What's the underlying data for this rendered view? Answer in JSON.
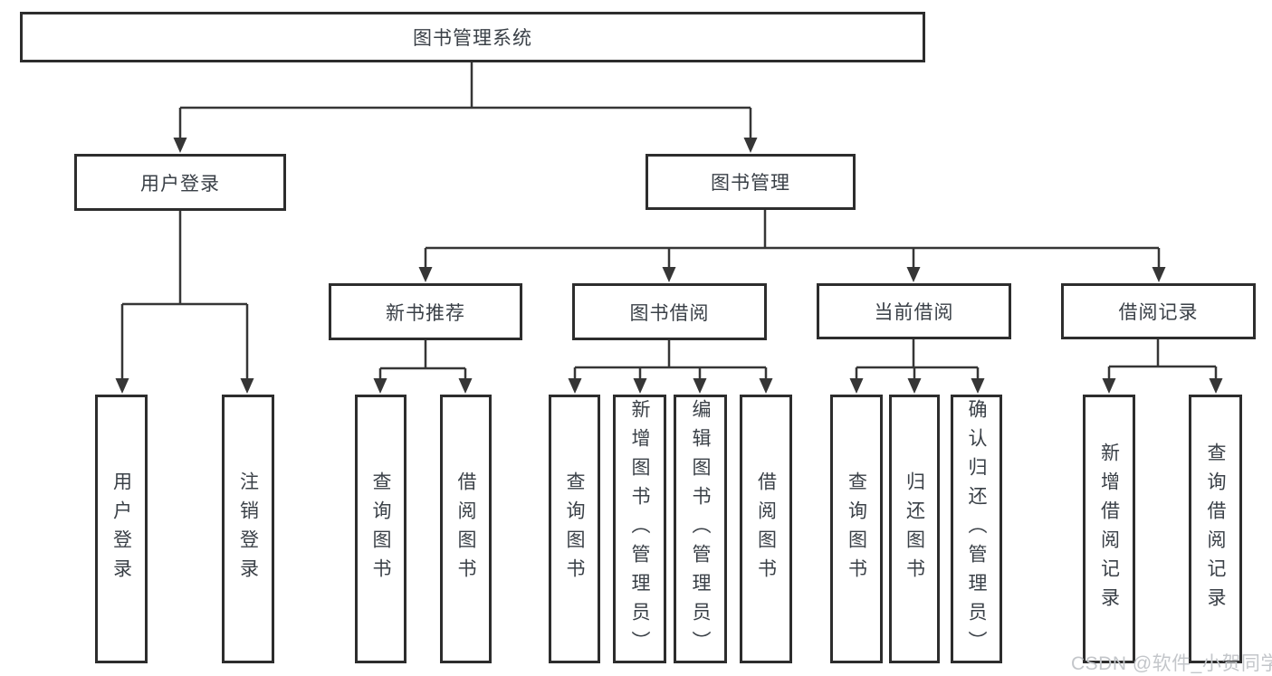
{
  "tree": {
    "root": "图书管理系统",
    "children": [
      {
        "label": "用户登录",
        "children": [
          "用户登录",
          "注销登录"
        ]
      },
      {
        "label": "图书管理",
        "children": [
          {
            "label": "新书推荐",
            "children": [
              "查询图书",
              "借阅图书"
            ]
          },
          {
            "label": "图书借阅",
            "children": [
              "查询图书",
              "新增图书（管理员）",
              "编辑图书（管理员）",
              "借阅图书"
            ]
          },
          {
            "label": "当前借阅",
            "children": [
              "查询图书",
              "归还图书",
              "确认归还（管理员）"
            ]
          },
          {
            "label": "借阅记录",
            "children": [
              "新增借阅记录",
              "查询借阅记录"
            ]
          }
        ]
      }
    ]
  },
  "watermark": {
    "text": "CSDN @软件_小贺同学"
  },
  "colors": {
    "background": "#ffffff",
    "line": "#363636",
    "box_border": "#2d2d2d",
    "text": "#3a4047",
    "watermark": "#c3c6ca"
  }
}
